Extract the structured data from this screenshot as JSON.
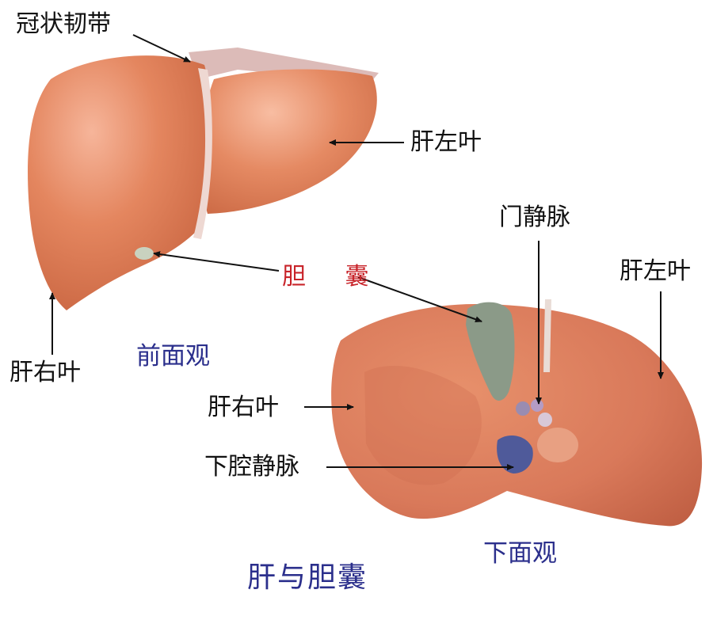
{
  "labels": {
    "coronary_ligament": "冠状韧带",
    "left_lobe_front": "肝左叶",
    "gallbladder": "胆 囊",
    "right_lobe_front": "肝右叶",
    "front_view": "前面观",
    "portal_vein": "门静脉",
    "left_lobe_bottom": "肝左叶",
    "right_lobe_bottom": "肝右叶",
    "inferior_vena_cava": "下腔静脉",
    "bottom_view": "下面观",
    "caption": "肝与胆囊"
  },
  "colors": {
    "liver": "#e0805a",
    "liver_shadow": "#b85a3e",
    "ligament": "#d8b4b0",
    "gallbladder": "#8b9a88",
    "vena_cava": "#4f5a9a",
    "label_blue": "#2b2f8c",
    "label_red": "#c8242a"
  }
}
